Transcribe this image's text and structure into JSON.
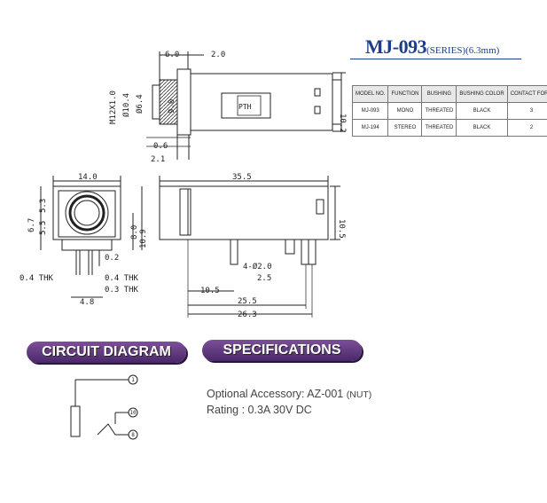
{
  "header": {
    "model": "MJ-093",
    "series": "(SERIES)(6.3mm)"
  },
  "model_table": {
    "columns": [
      "MODEL NO.",
      "FUNCTION",
      "BUSHING",
      "BUSHING COLOR",
      "CONTACT FORM"
    ],
    "rows": [
      [
        "MJ-093",
        "MONO",
        "THREATED",
        "BLACK",
        "3"
      ],
      [
        "MJ-194",
        "STEREO",
        "THREATED",
        "BLACK",
        "2"
      ]
    ]
  },
  "top_view": {
    "dim_6_0": "6.0",
    "dim_2_0": "2.0",
    "thread": "M12X1.0",
    "dia_10_4": "Ø10.4",
    "dia_6_4": "Ø6.4",
    "dim_9_0": "9.0",
    "dim_10_2": "10.2",
    "dim_0_6": "0.6",
    "dim_2_1": "2.1",
    "logo": "PTH"
  },
  "front_view": {
    "dim_14_0": "14.0",
    "dim_5_3": "5.3",
    "dim_6_7": "6.7",
    "dim_5_5": "5.5",
    "dim_8_0": "8.0",
    "dim_10_9": "10.9",
    "dim_0_2": "0.2",
    "thk_0_4_left": "0.4 THK",
    "thk_0_4_right": "0.4 THK",
    "thk_0_3": "0.3 THK",
    "dim_4_8": "4.8"
  },
  "side_view": {
    "dim_35_5": "35.5",
    "dim_10_5": "10.5",
    "hole": "4-Ø2.0",
    "dim_2_5": "2.5",
    "dim_10_5b": "10.5",
    "dim_25_5": "25.5",
    "dim_26_3": "26.3"
  },
  "sections": {
    "circuit_label": "CIRCUIT DIAGRAM",
    "specs_label": "SPECIFICATIONS"
  },
  "circuit": {
    "pin_1": "1",
    "pin_10": "10",
    "pin_8": "8"
  },
  "specifications": {
    "accessory_label": "Optional Accessory: AZ-001",
    "accessory_suffix": "(NUT)",
    "rating": "Rating : 0.3A 30V DC"
  },
  "colors": {
    "title_blue": "#1b3f8f",
    "pill_purple": "#5e3680"
  }
}
